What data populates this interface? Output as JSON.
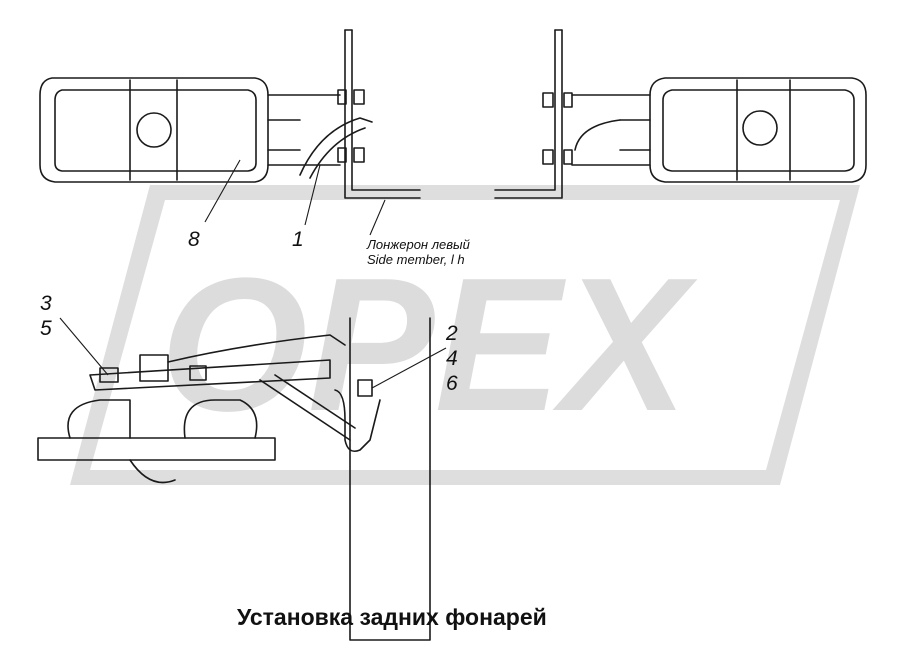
{
  "watermark": {
    "text": "OPEX",
    "color": "#dedede"
  },
  "callouts": {
    "c8": "8",
    "c1": "1",
    "c3": "3",
    "c5": "5",
    "c2": "2",
    "c4": "4",
    "c6": "6"
  },
  "member_note": {
    "ru": "Лонжерон левый",
    "en": "Side member, l h"
  },
  "caption": "Установка задних фонарей"
}
